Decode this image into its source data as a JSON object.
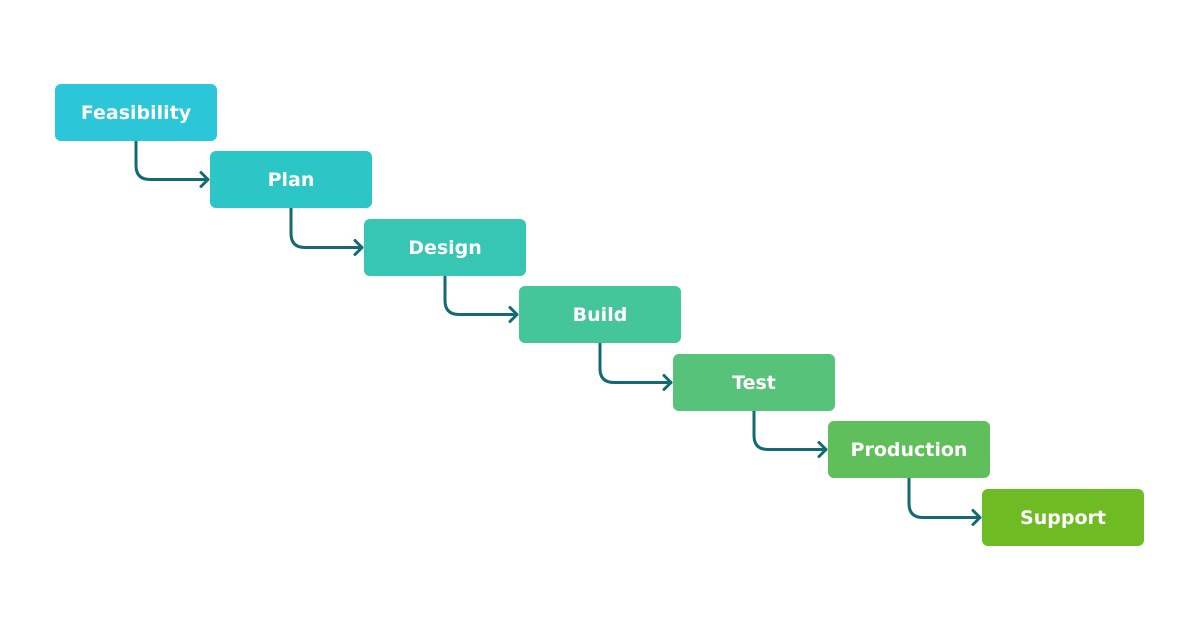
{
  "diagram": {
    "stages": [
      {
        "label": "Feasibility",
        "color": "#2cc6d9"
      },
      {
        "label": "Plan",
        "color": "#2dc6c6"
      },
      {
        "label": "Design",
        "color": "#37c6b4"
      },
      {
        "label": "Build",
        "color": "#45c59a"
      },
      {
        "label": "Test",
        "color": "#57c27a"
      },
      {
        "label": "Production",
        "color": "#5fbf5a"
      },
      {
        "label": "Support",
        "color": "#6ebb23"
      }
    ],
    "connector_color": "#136a72"
  }
}
